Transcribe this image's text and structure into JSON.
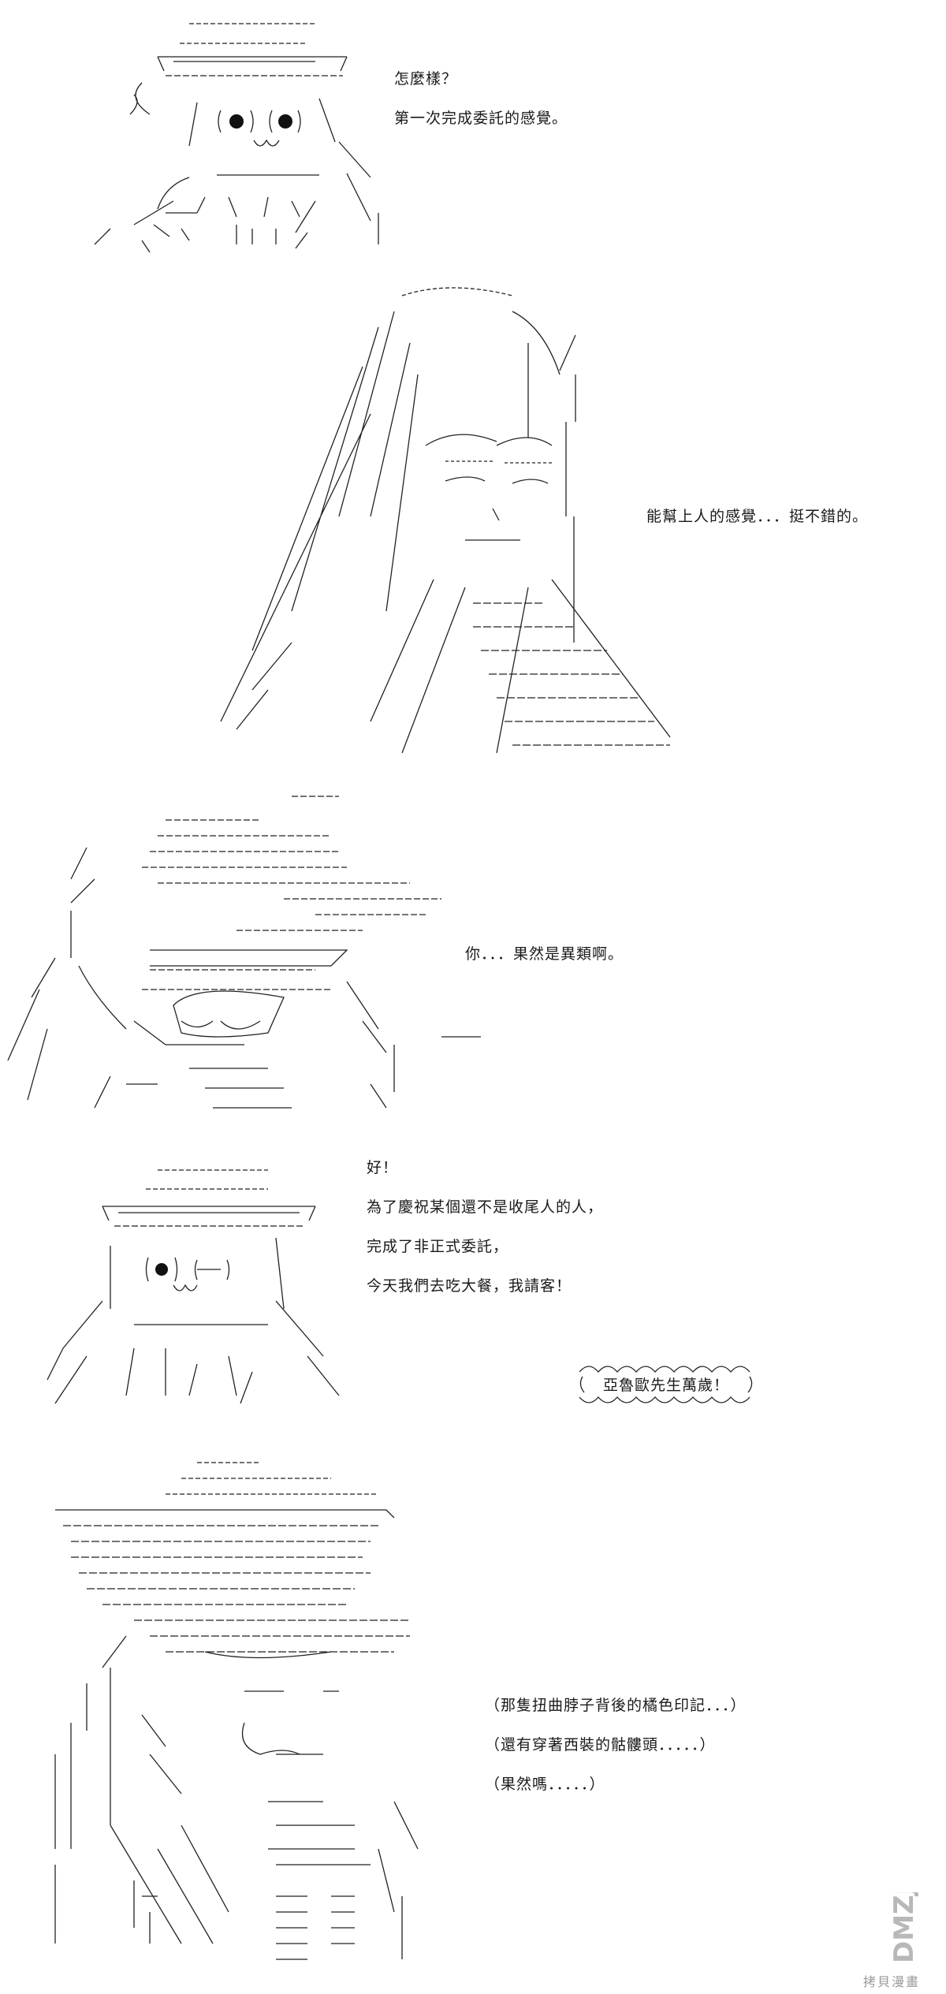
{
  "panels": [
    {
      "id": "p1",
      "lines": [
        "怎麼樣？",
        "第一次完成委託的感覺。"
      ]
    },
    {
      "id": "p2",
      "lines": [
        "能幫上人的感覺．．．挺不錯的。"
      ]
    },
    {
      "id": "p3",
      "lines": [
        "你．．．果然是異類啊。"
      ]
    },
    {
      "id": "p4",
      "lines": [
        "好！",
        "為了慶祝某個還不是收尾人的人，",
        "完成了非正式委託，",
        "今天我們去吃大餐，我請客！"
      ],
      "shout": "亞魯歐先生萬歲！"
    },
    {
      "id": "p5",
      "lines": [
        "（那隻扭曲脖子背後的橘色印記．．．）",
        "（還有穿著西裝的骷髏頭．．．．．）",
        "（果然嗎．．．．．）"
      ]
    }
  ],
  "watermark": {
    "logo_text": "DMZJ",
    "site_text": "拷貝漫畫"
  }
}
